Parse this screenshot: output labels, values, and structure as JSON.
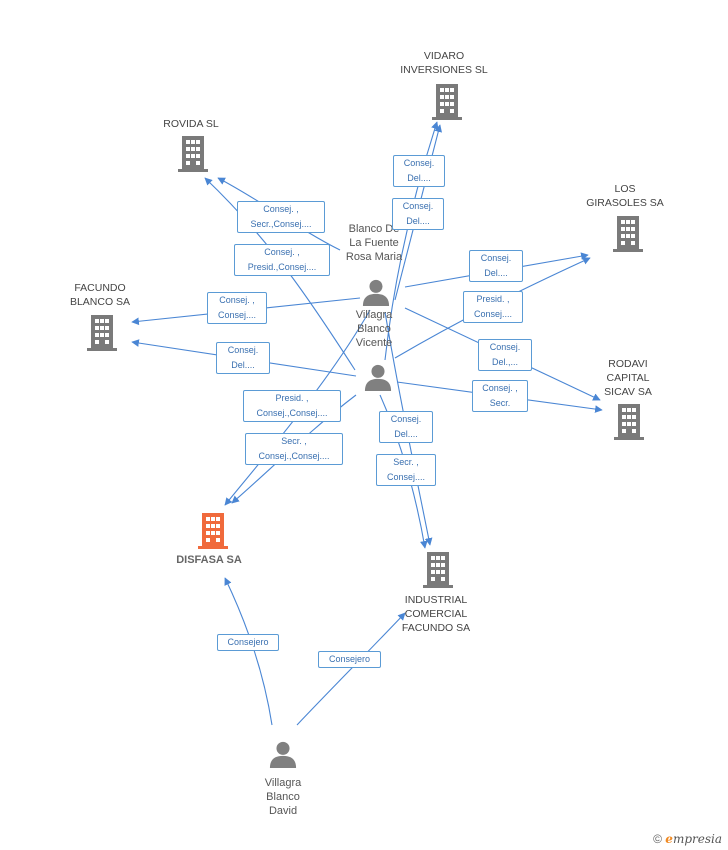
{
  "nodes": {
    "vidaro": "VIDARO\nINVERSIONES SL",
    "rovida": "ROVIDA SL",
    "girasoles": "LOS\nGIRASOLES SA",
    "facundo_blanco": "FACUNDO\nBLANCO SA",
    "rodavi": "RODAVI\nCAPITAL\nSICAV SA",
    "disfasa": "DISFASA SA",
    "industrial": "INDUSTRIAL\nCOMERCIAL\nFACUNDO SA",
    "rosa": "Blanco De\nLa Fuente\nRosa Maria",
    "vicente": "Villagra\nBlanco\nVicente",
    "david": "Villagra\nBlanco\nDavid"
  },
  "relations": {
    "r1": "Consej.\nDel....",
    "r2": "Consej.\nDel....",
    "r3": "Consej. ,\nSecr.,Consej....",
    "r4": "Consej. ,\nPresid.,Consej....",
    "r5": "Consej.\nDel....",
    "r6": "Presid. ,\nConsej....",
    "r7": "Consej. ,\nConsej....",
    "r8": "Consej.\nDel....",
    "r9": "Consej.\nDel.,...",
    "r10": "Consej. ,\nSecr.",
    "r11": "Presid. ,\nConsej.,Consej....",
    "r12": "Secr. ,\nConsej.,Consej....",
    "r13": "Consej.\nDel....",
    "r14": "Secr. ,\nConsej....",
    "r15": "Consejero",
    "r16": "Consejero"
  },
  "brand": {
    "copyright": "©",
    "e": "e",
    "rest": "mpresia"
  },
  "colors": {
    "building": "#7a7a7a",
    "main_building": "#f06a3c",
    "person": "#808080",
    "edge": "#4a86d4"
  }
}
